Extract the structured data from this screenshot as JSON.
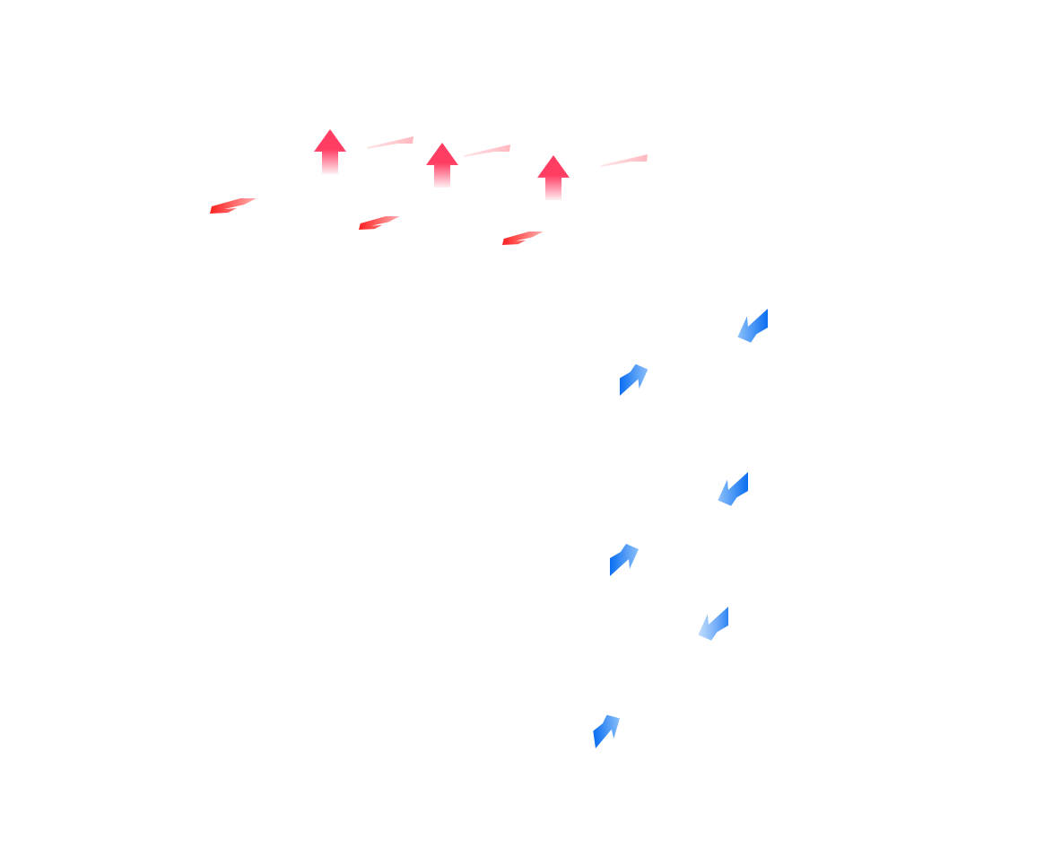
{
  "diagram": {
    "icon": "arrow-icon",
    "colors": {
      "red_strong": "#ff2020",
      "red_up": "#ff3d63",
      "red_pale": "#ffb8be",
      "blue_strong": "#0a6ef2",
      "blue_light": "#8cc0fa"
    },
    "groups": [
      {
        "name": "red-arrows",
        "arrows": [
          {
            "style": "up"
          },
          {
            "style": "up"
          },
          {
            "style": "up"
          },
          {
            "style": "pale"
          },
          {
            "style": "pale"
          },
          {
            "style": "pale"
          },
          {
            "style": "dart"
          },
          {
            "style": "dart"
          },
          {
            "style": "dart"
          }
        ]
      },
      {
        "name": "blue-arrows",
        "arrows": [
          {
            "style": "down-left"
          },
          {
            "style": "up-right"
          },
          {
            "style": "down-left"
          },
          {
            "style": "up-right"
          },
          {
            "style": "down-left-faint"
          },
          {
            "style": "up-right"
          }
        ]
      }
    ]
  }
}
